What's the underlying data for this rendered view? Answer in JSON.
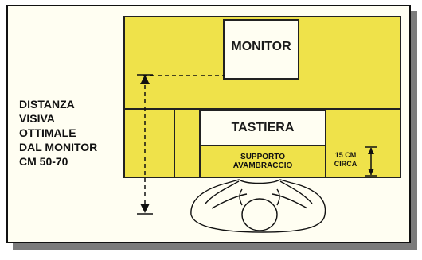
{
  "diagram": {
    "monitor_label": "MONITOR",
    "keyboard_label": "TASTIERA",
    "forearm_support_label_line1": "SUPPORTO",
    "forearm_support_label_line2": "AVAMBRACCIO",
    "distance_label_lines": [
      "DISTANZA",
      "VISIVA",
      "OTTIMALE",
      "DAL MONITOR",
      "CM 50-70"
    ],
    "support_depth_line1": "15 CM",
    "support_depth_line2": "CIRCA"
  },
  "colors": {
    "desk_yellow": "#efe24a",
    "background": "#fffef2",
    "outline": "#222222",
    "shadow": "#7b7b7b"
  }
}
